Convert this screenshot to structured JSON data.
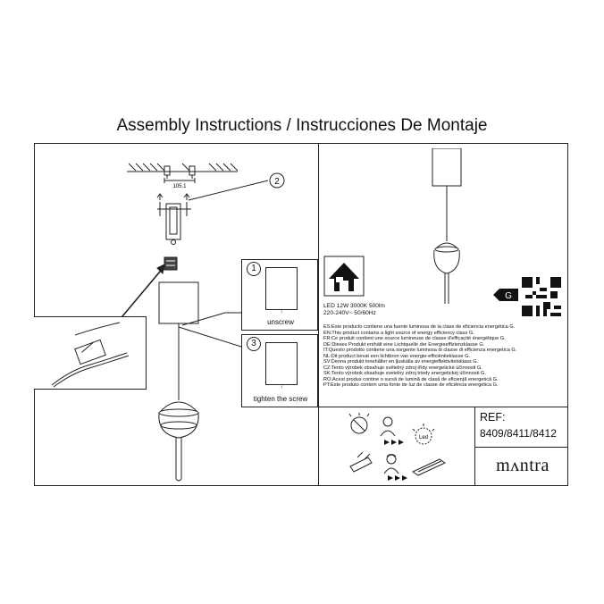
{
  "title": "Assembly Instructions / Instrucciones De Montaje",
  "dimension_label": "105.1",
  "steps": [
    {
      "number": "1",
      "label": "unscrew",
      "hint": "↑"
    },
    {
      "number": "2"
    },
    {
      "number": "3",
      "label": "tighten the screw",
      "hint": "↑"
    }
  ],
  "specs": {
    "line1": "LED 12W 3000K 500lm",
    "line2": "220-240V~ 50/60Hz"
  },
  "energy_class": "G",
  "energy_texts": [
    "ES:Este producto contiene una fuente luminosa de la clase de eficiencia energética G.",
    "EN:This product contains a light source of energy efficiency class G.",
    "FR:Ce produit contient une source lumineuse de classe d'efficacité énergétique G.",
    "DE:Dieses Produkt enthält eine Lichtquelle der Energieeffizienzklasse G.",
    "IT:Questo prodotto contiene una sorgente luminosa di classe di efficienza energetica G.",
    "NL:Dit product bevat een lichtbron van energie-efficiëntieklasse G.",
    "SV:Denna produkt innehåller en ljuskälla av energieffektivitetsklass G.",
    "CZ:Tento výrobek obsahuje světelný zdroj třídy energetické účinnosti G.",
    "SK:Tento výrobok obsahuje svetelny zdroj triedy energetickej účinnosti G.",
    "RO:Acest produs contine o sursă de lumină de clasă de eficiență energetică G.",
    "PT:Este produto contem uma fonte de luz de classe de eficiência energética G."
  ],
  "led_icon_text": "Led",
  "ref": {
    "label": "REF:",
    "number": "8409/8411/8412"
  },
  "brand": "mʌntra"
}
